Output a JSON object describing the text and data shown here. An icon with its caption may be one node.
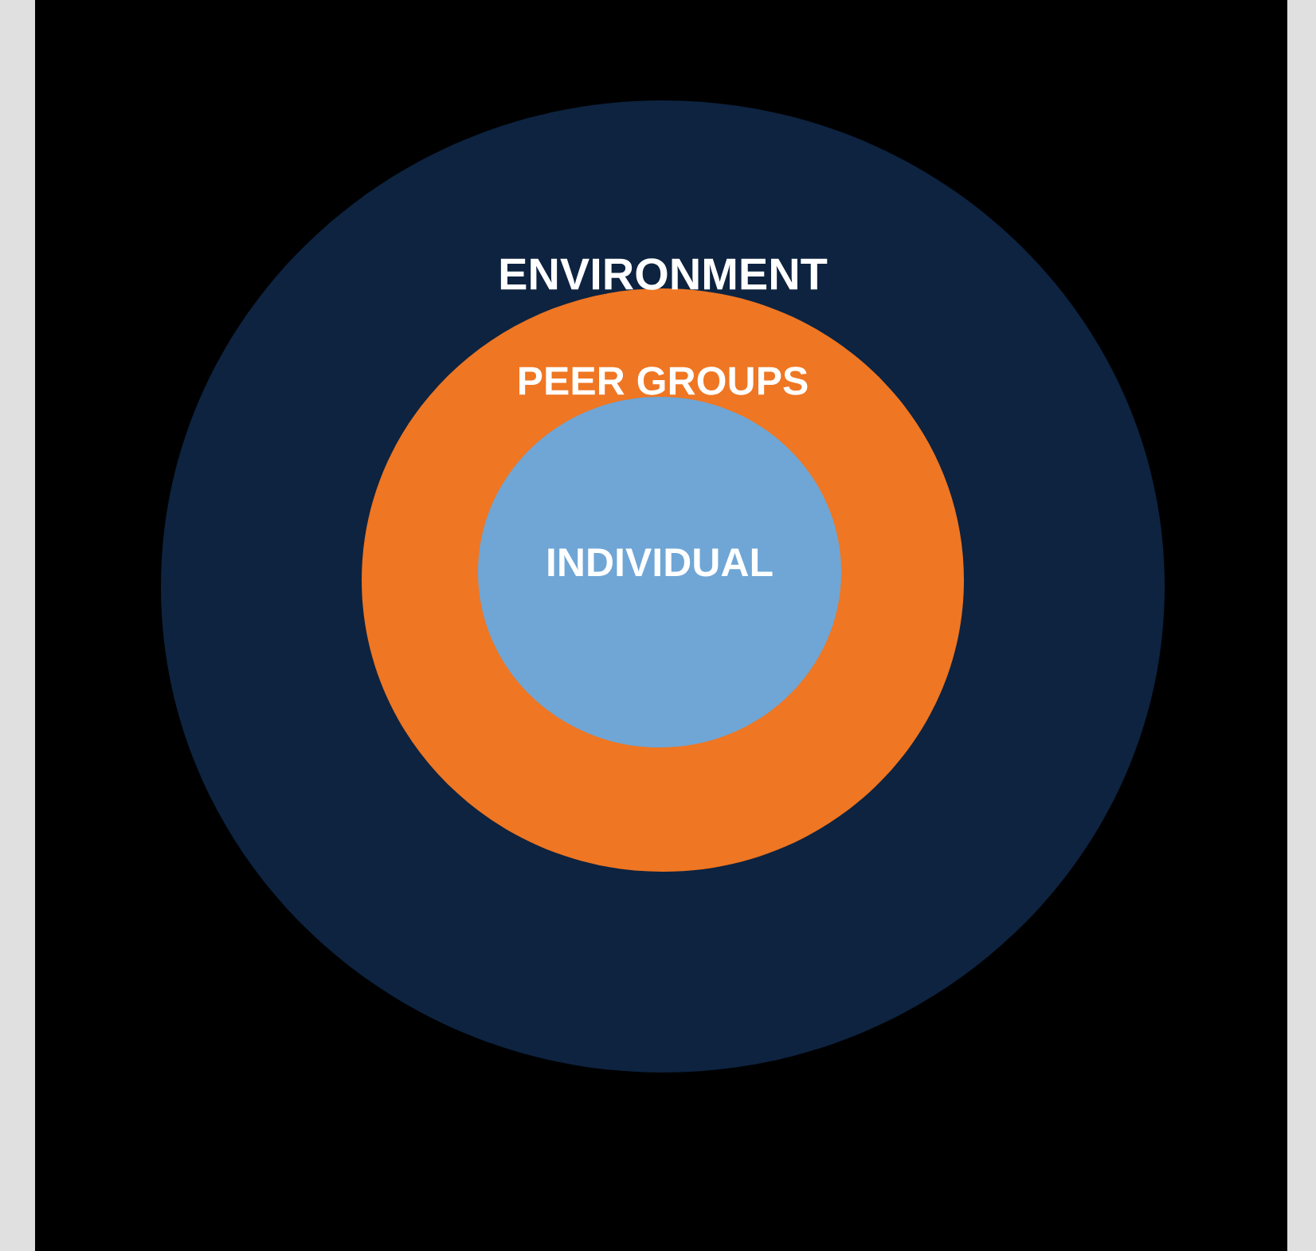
{
  "diagram": {
    "nodes": [
      {
        "text": [
          "ENVIRONMENT"
        ]
      },
      {
        "text": [
          "PEER GROUPS"
        ],
        "in": 0
      },
      {
        "text": [
          "INDIVIDUAL"
        ],
        "in": 1
      }
    ]
  }
}
